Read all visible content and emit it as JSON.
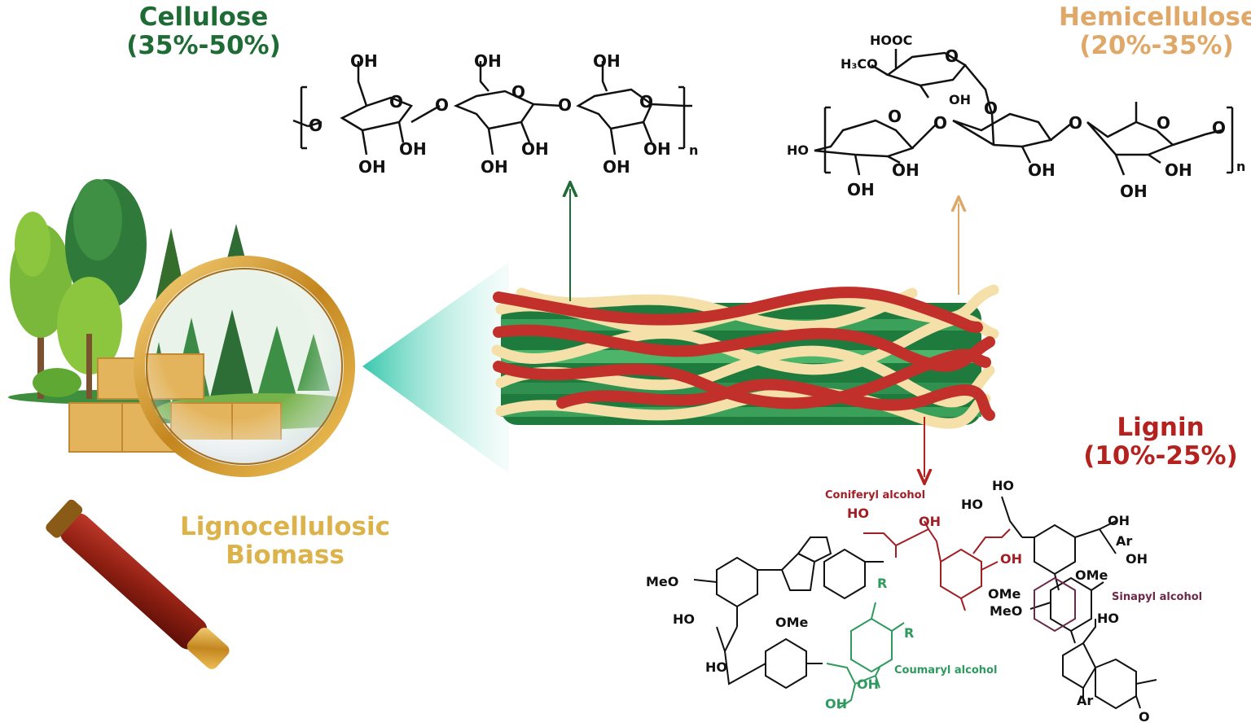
{
  "titles": {
    "cellulose": "Cellulose",
    "cellulose_pct": "(35%-50%)",
    "hemicellulose": "Hemicellulose",
    "hemicellulose_pct": "(20%-35%)",
    "lignin": "Lignin",
    "lignin_pct": "(10%-25%)",
    "biomass_line1": "Lignocellulosic",
    "biomass_line2": "Biomass"
  },
  "cellulose_structure": {
    "oh": "OH",
    "o": "O",
    "n": "n"
  },
  "hemicellulose_structure": {
    "hooc": "HOOC",
    "h3co": "H₃CO",
    "oh": "OH",
    "ho": "HO",
    "o": "O",
    "n": "n"
  },
  "lignin_structure": {
    "coniferyl": "Coniferyl alcohol",
    "sinapyl": "Sinapyl alcohol",
    "coumaryl": "Coumaryl alcohol",
    "oh": "OH",
    "ho": "HO",
    "meo": "MeO",
    "ome": "OMe",
    "ar": "Ar",
    "r": "R",
    "o": "O"
  },
  "colors": {
    "cellulose": "#1f6b35",
    "hemicellulose": "#e0a868",
    "lignin": "#b3221f",
    "biomass": "#dcb24a",
    "coniferyl": "#a01e24",
    "sinapyl": "#6b2a4a",
    "coumaryl": "#2e9a5e"
  }
}
